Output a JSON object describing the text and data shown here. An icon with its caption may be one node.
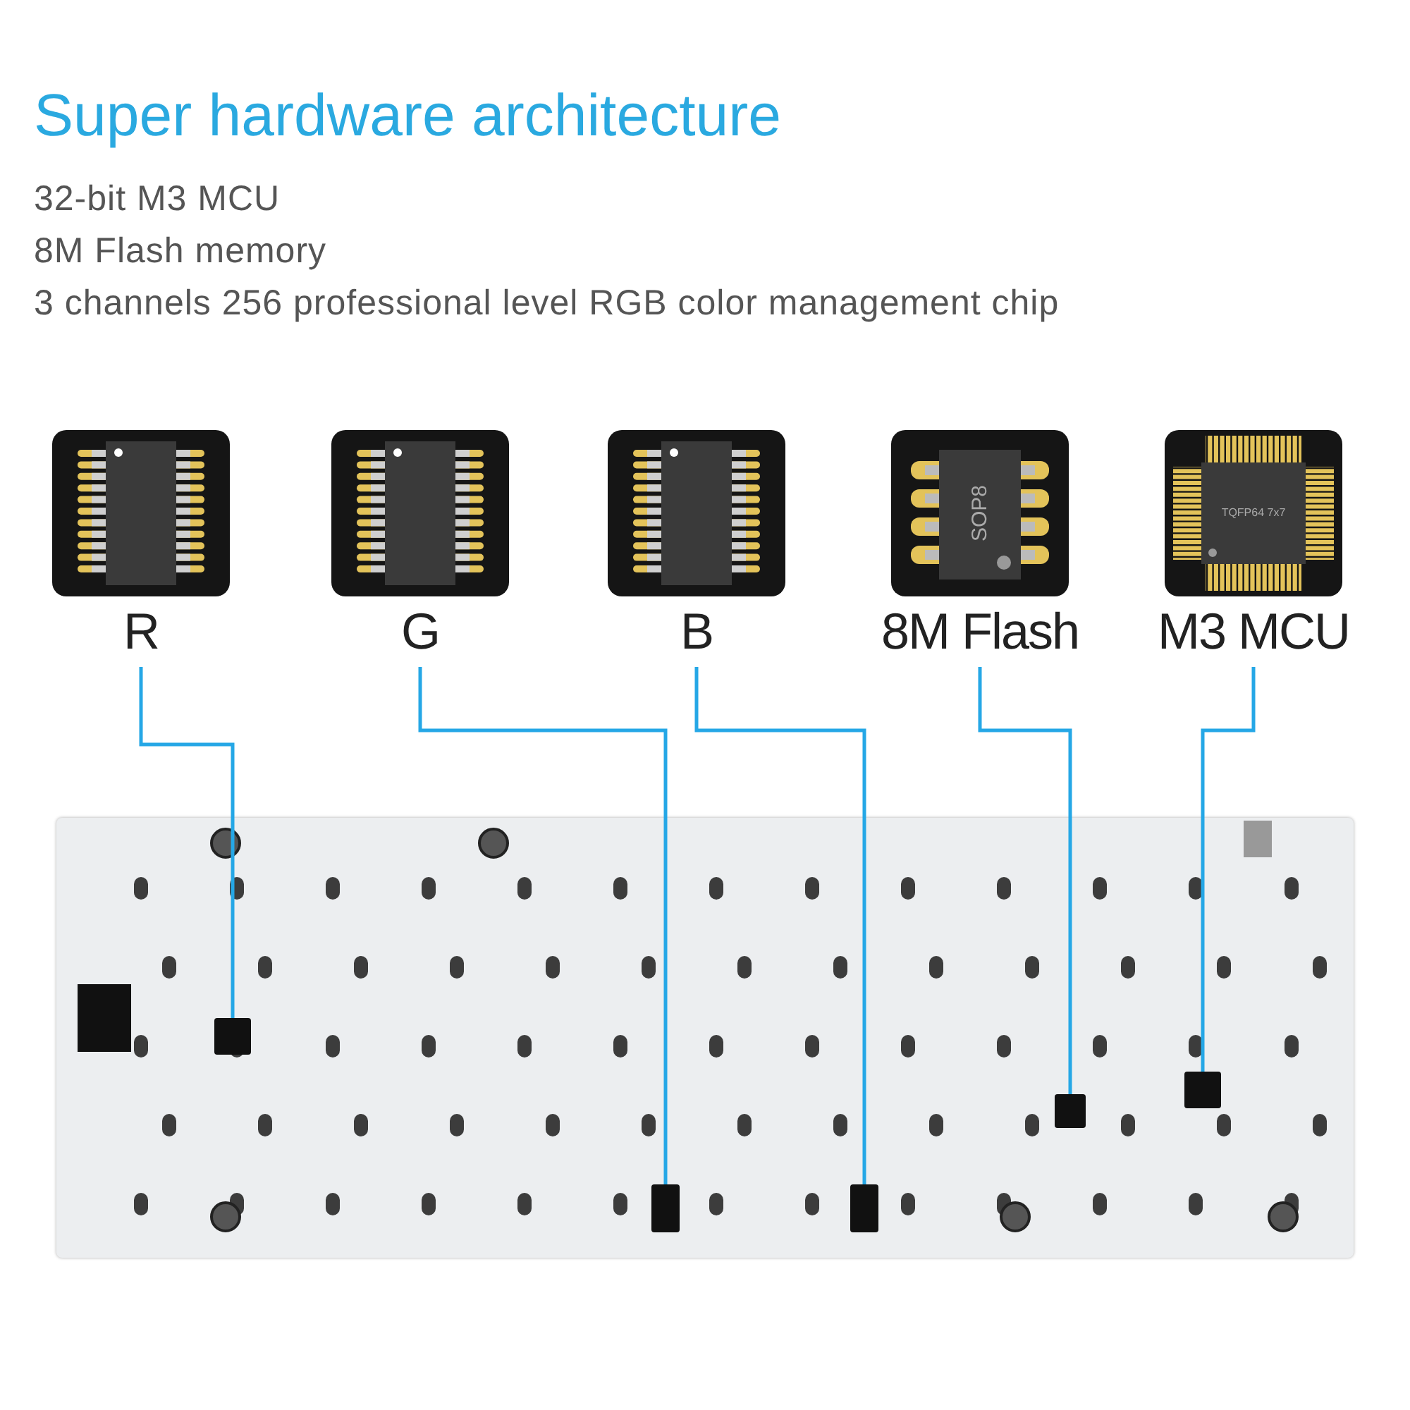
{
  "diagram": {
    "title": "Super hardware architecture",
    "labels": [
      "32-bit M3 MCU",
      "8M Flash memory",
      "3 channels 256 professional level RGB color management chip"
    ],
    "nodes": [
      {
        "text": [
          "R"
        ]
      },
      {
        "text": [
          "G"
        ]
      },
      {
        "text": [
          "B"
        ]
      },
      {
        "text": [
          "SOP8",
          "8M Flash"
        ]
      },
      {
        "text": [
          "TQFP64 7x7",
          "M3 MCU"
        ]
      },
      {
        "text": [],
        "shape": "picture"
      },
      {
        "text": [],
        "shape": "box",
        "in": 5
      },
      {
        "text": [],
        "shape": "box",
        "in": 5
      },
      {
        "text": [],
        "shape": "box",
        "in": 5
      },
      {
        "text": [],
        "shape": "box",
        "in": 5
      },
      {
        "text": [],
        "shape": "box",
        "in": 5
      }
    ],
    "edges": [
      {
        "from": 0,
        "to": 6,
        "arrow": "none"
      },
      {
        "from": 1,
        "to": 7,
        "arrow": "none"
      },
      {
        "from": 2,
        "to": 8,
        "arrow": "none"
      },
      {
        "from": 3,
        "to": 9,
        "arrow": "none"
      },
      {
        "from": 4,
        "to": 10,
        "arrow": "none"
      }
    ]
  }
}
